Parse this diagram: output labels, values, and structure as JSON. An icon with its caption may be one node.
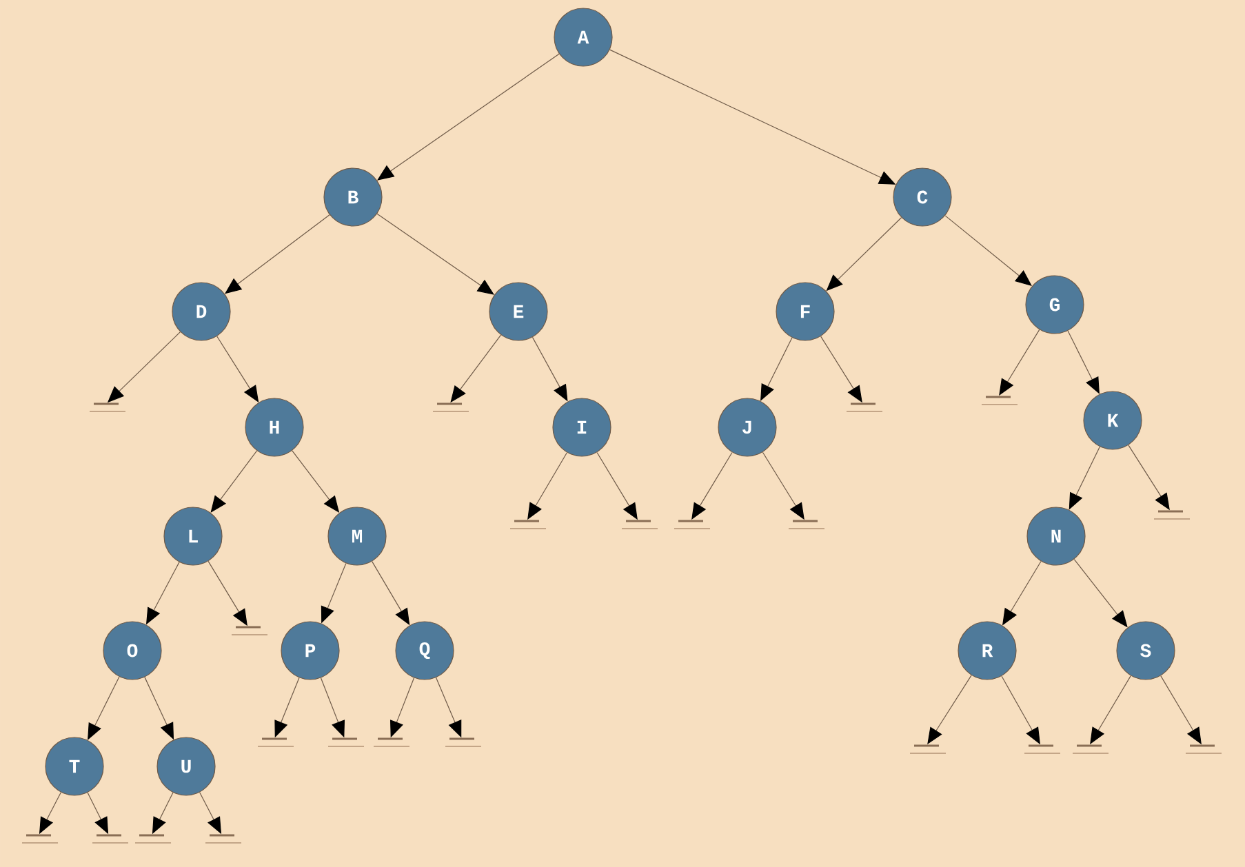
{
  "diagram": {
    "nodes": [
      {
        "text": [
          "A"
        ]
      },
      {
        "text": [
          "B"
        ]
      },
      {
        "text": [
          "C"
        ]
      },
      {
        "text": [
          "D"
        ]
      },
      {
        "text": [
          "E"
        ]
      },
      {
        "text": [
          "F"
        ]
      },
      {
        "text": [
          "G"
        ]
      },
      {
        "text": [
          "H"
        ]
      },
      {
        "text": [
          "I"
        ]
      },
      {
        "text": [
          "J"
        ]
      },
      {
        "text": [
          "K"
        ]
      },
      {
        "text": [
          "L"
        ]
      },
      {
        "text": [
          "M"
        ]
      },
      {
        "text": [
          "N"
        ]
      },
      {
        "text": [
          "O"
        ]
      },
      {
        "text": [
          "P"
        ]
      },
      {
        "text": [
          "Q"
        ]
      },
      {
        "text": [
          "R"
        ]
      },
      {
        "text": [
          "S"
        ]
      },
      {
        "text": [
          "T"
        ]
      },
      {
        "text": [
          "U"
        ]
      },
      {
        "text": [],
        "shape": "ground"
      },
      {
        "text": [],
        "shape": "ground"
      },
      {
        "text": [],
        "shape": "ground"
      },
      {
        "text": [],
        "shape": "ground"
      },
      {
        "text": [],
        "shape": "ground"
      },
      {
        "text": [],
        "shape": "ground"
      },
      {
        "text": [],
        "shape": "ground"
      },
      {
        "text": [],
        "shape": "ground"
      },
      {
        "text": [],
        "shape": "ground"
      },
      {
        "text": [],
        "shape": "ground"
      },
      {
        "text": [],
        "shape": "ground"
      },
      {
        "text": [],
        "shape": "ground"
      },
      {
        "text": [],
        "shape": "ground"
      },
      {
        "text": [],
        "shape": "ground"
      },
      {
        "text": [],
        "shape": "ground"
      },
      {
        "text": [],
        "shape": "ground"
      },
      {
        "text": [],
        "shape": "ground"
      },
      {
        "text": [],
        "shape": "ground"
      },
      {
        "text": [],
        "shape": "ground"
      },
      {
        "text": [],
        "shape": "ground"
      },
      {
        "text": [],
        "shape": "ground"
      },
      {
        "text": [],
        "shape": "ground"
      }
    ],
    "edges": [
      {
        "from": 0,
        "to": 1,
        "arrow": "to"
      },
      {
        "from": 0,
        "to": 2,
        "arrow": "to"
      },
      {
        "from": 1,
        "to": 3,
        "arrow": "to"
      },
      {
        "from": 1,
        "to": 4,
        "arrow": "to"
      },
      {
        "from": 2,
        "to": 5,
        "arrow": "to"
      },
      {
        "from": 2,
        "to": 6,
        "arrow": "to"
      },
      {
        "from": 3,
        "to": 21,
        "arrow": "to"
      },
      {
        "from": 3,
        "to": 7,
        "arrow": "to"
      },
      {
        "from": 4,
        "to": 22,
        "arrow": "to"
      },
      {
        "from": 4,
        "to": 8,
        "arrow": "to"
      },
      {
        "from": 5,
        "to": 9,
        "arrow": "to"
      },
      {
        "from": 5,
        "to": 23,
        "arrow": "to"
      },
      {
        "from": 6,
        "to": 24,
        "arrow": "to"
      },
      {
        "from": 6,
        "to": 10,
        "arrow": "to"
      },
      {
        "from": 7,
        "to": 11,
        "arrow": "to"
      },
      {
        "from": 7,
        "to": 12,
        "arrow": "to"
      },
      {
        "from": 8,
        "to": 25,
        "arrow": "to"
      },
      {
        "from": 8,
        "to": 26,
        "arrow": "to"
      },
      {
        "from": 9,
        "to": 27,
        "arrow": "to"
      },
      {
        "from": 9,
        "to": 28,
        "arrow": "to"
      },
      {
        "from": 10,
        "to": 13,
        "arrow": "to"
      },
      {
        "from": 10,
        "to": 29,
        "arrow": "to"
      },
      {
        "from": 11,
        "to": 14,
        "arrow": "to"
      },
      {
        "from": 11,
        "to": 30,
        "arrow": "to"
      },
      {
        "from": 12,
        "to": 15,
        "arrow": "to"
      },
      {
        "from": 12,
        "to": 16,
        "arrow": "to"
      },
      {
        "from": 13,
        "to": 17,
        "arrow": "to"
      },
      {
        "from": 13,
        "to": 18,
        "arrow": "to"
      },
      {
        "from": 14,
        "to": 19,
        "arrow": "to"
      },
      {
        "from": 14,
        "to": 20,
        "arrow": "to"
      },
      {
        "from": 15,
        "to": 31,
        "arrow": "to"
      },
      {
        "from": 15,
        "to": 32,
        "arrow": "to"
      },
      {
        "from": 16,
        "to": 33,
        "arrow": "to"
      },
      {
        "from": 16,
        "to": 34,
        "arrow": "to"
      },
      {
        "from": 17,
        "to": 35,
        "arrow": "to"
      },
      {
        "from": 17,
        "to": 36,
        "arrow": "to"
      },
      {
        "from": 18,
        "to": 37,
        "arrow": "to"
      },
      {
        "from": 18,
        "to": 38,
        "arrow": "to"
      },
      {
        "from": 19,
        "to": 39,
        "arrow": "to"
      },
      {
        "from": 19,
        "to": 40,
        "arrow": "to"
      },
      {
        "from": 20,
        "to": 41,
        "arrow": "to"
      },
      {
        "from": 20,
        "to": 42,
        "arrow": "to"
      }
    ]
  }
}
